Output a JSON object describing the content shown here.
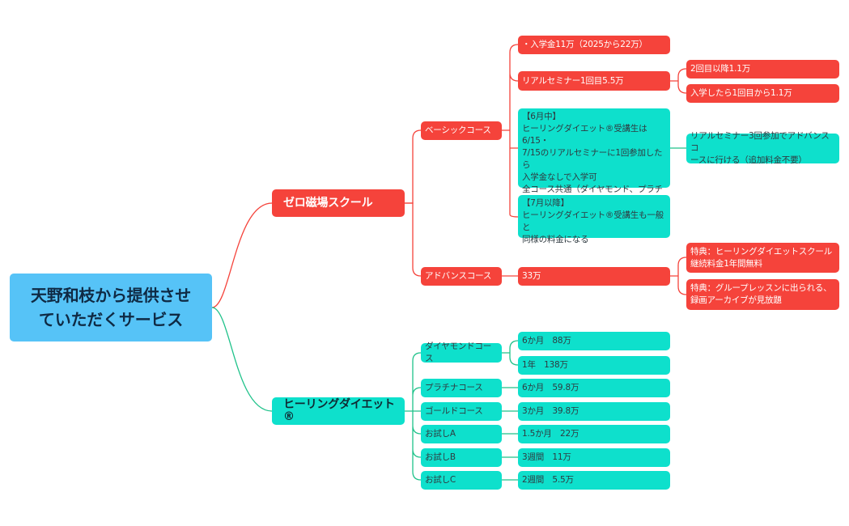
{
  "colors": {
    "root": "#56c3f7",
    "red": "#f5433b",
    "teal": "#0ee0cc",
    "red_link": "#f5433b",
    "teal_link": "#1fc28a"
  },
  "root": {
    "label": "天野和枝から提供させ\nていただくサービス"
  },
  "zero": {
    "label": "ゼロ磁場スクール",
    "basic": {
      "label": "ベーシックコース",
      "entrance": "・入学金11万（2025から22万）",
      "seminar": "リアルセミナー1回目5.5万",
      "seminar_2nd": "2回目以降1.1万",
      "seminar_after": "入学したら1回目から1.1万",
      "june": "【6月中】\nヒーリングダイエット®受講生は6/15・\n7/15のリアルセミナーに1回参加したら\n入学金なしで入学可\n全コース共通（ダイヤモンド、プラチ\nナ、ゴールド）",
      "june_note": "リアルセミナー3回参加でアドバンスコ\nースに行ける（追加料金不要）",
      "july": "【7月以降】\nヒーリングダイエット®受講生も一般と\n同様の料金になる"
    },
    "advance": {
      "label": "アドバンスコース",
      "price": "33万",
      "benefit1": "特典：ヒーリングダイエットスクール\n継続料金1年間無料",
      "benefit2": "特典：グループレッスンに出られる、\n録画アーカイブが見放題"
    }
  },
  "healing": {
    "label": "ヒーリングダイエット®",
    "diamond": {
      "label": "ダイヤモンドコース",
      "p1": "6か月　88万",
      "p2": "1年　138万"
    },
    "platinum": {
      "label": "プラチナコース",
      "price": "6か月　59.8万"
    },
    "gold": {
      "label": "ゴールドコース",
      "price": "3か月　39.8万"
    },
    "trial_a": {
      "label": "お試しA",
      "price": "1.5か月　22万"
    },
    "trial_b": {
      "label": "お試しB",
      "price": "3週間　11万"
    },
    "trial_c": {
      "label": "お試しC",
      "price": "2週間　5.5万"
    }
  }
}
